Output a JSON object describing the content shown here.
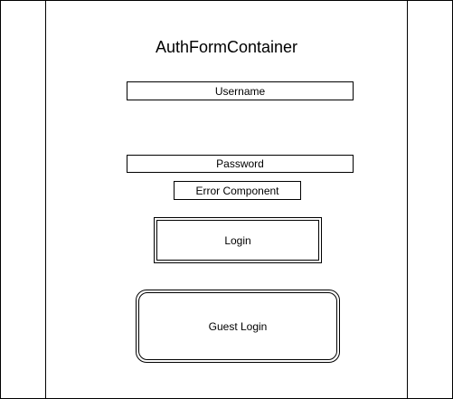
{
  "title": "AuthFormContainer",
  "form": {
    "username_label": "Username",
    "password_label": "Password",
    "error_label": "Error Component",
    "login_label": "Login",
    "guest_login_label": "Guest Login"
  }
}
